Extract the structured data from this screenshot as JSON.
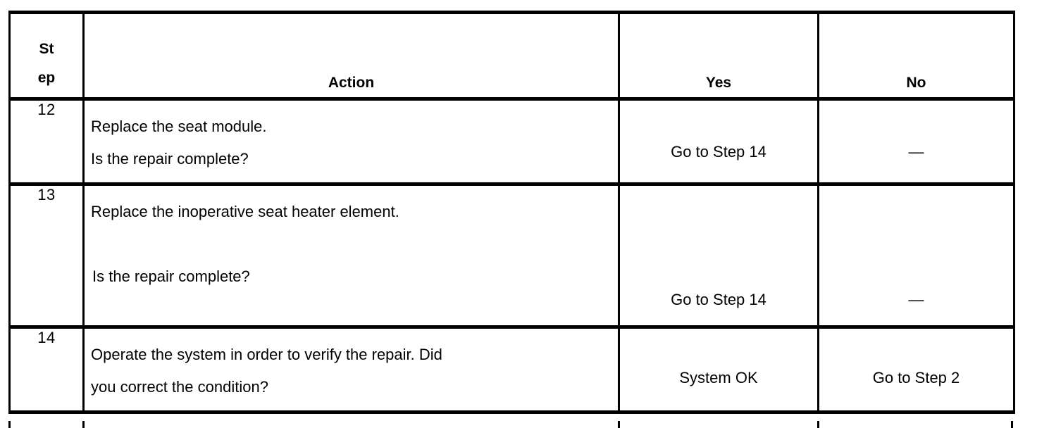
{
  "table": {
    "name": "diagnostic-step-table",
    "columns": [
      {
        "key": "step",
        "label_lines": [
          "St",
          "ep"
        ],
        "label": "Step"
      },
      {
        "key": "action",
        "label": "Action"
      },
      {
        "key": "yes",
        "label": "Yes"
      },
      {
        "key": "no",
        "label": "No"
      }
    ],
    "rows": [
      {
        "step": "12",
        "action_lines": [
          "Replace the seat module.",
          "Is the repair complete?"
        ],
        "yes": "Go to Step 14",
        "no": "—"
      },
      {
        "step": "13",
        "action_lines": [
          "Replace the inoperative seat heater element.",
          "",
          "Is the repair complete?"
        ],
        "yes": "Go to Step 14",
        "no": "—"
      },
      {
        "step": "14",
        "action_lines": [
          "Operate the system in order to verify the repair. Did",
          "you correct the condition?"
        ],
        "yes": "System OK",
        "no": "Go to Step 2"
      }
    ]
  },
  "colors": {
    "border": "#000000",
    "text": "#000000",
    "background": "#ffffff"
  }
}
